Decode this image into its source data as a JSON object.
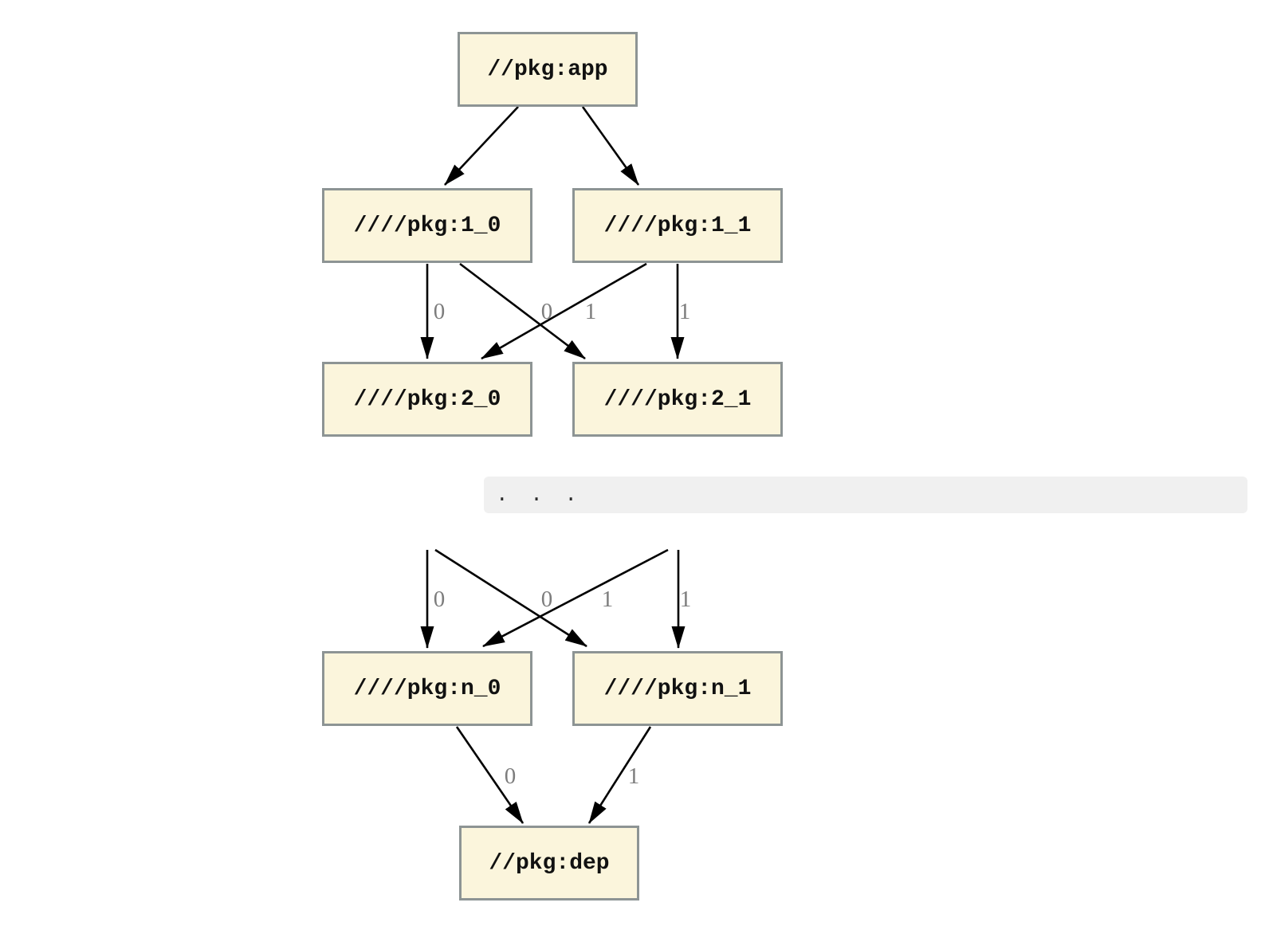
{
  "nodes": {
    "app": {
      "label": "//pkg:app"
    },
    "l1_0": {
      "label": "////pkg:1_0"
    },
    "l1_1": {
      "label": "////pkg:1_1"
    },
    "l2_0": {
      "label": "////pkg:2_0"
    },
    "l2_1": {
      "label": "////pkg:2_1"
    },
    "ln_0": {
      "label": "////pkg:n_0"
    },
    "ln_1": {
      "label": "////pkg:n_1"
    },
    "dep": {
      "label": "//pkg:dep"
    }
  },
  "ellipsis": {
    "text": ". . ."
  },
  "edge_labels": {
    "level1_to_level2": [
      "0",
      "0",
      "1",
      "1"
    ],
    "ellipsis_to_leveln": [
      "0",
      "0",
      "1",
      "1"
    ],
    "leveln_to_dep": [
      "0",
      "1"
    ]
  },
  "colors": {
    "node_fill": "#fbf5dc",
    "node_border": "#8d9494",
    "edge": "#000000",
    "edge_label": "#7d7d7d",
    "code_block_bg": "#f0f0f0",
    "code_text": "#2b2b2b",
    "background": "#ffffff"
  }
}
